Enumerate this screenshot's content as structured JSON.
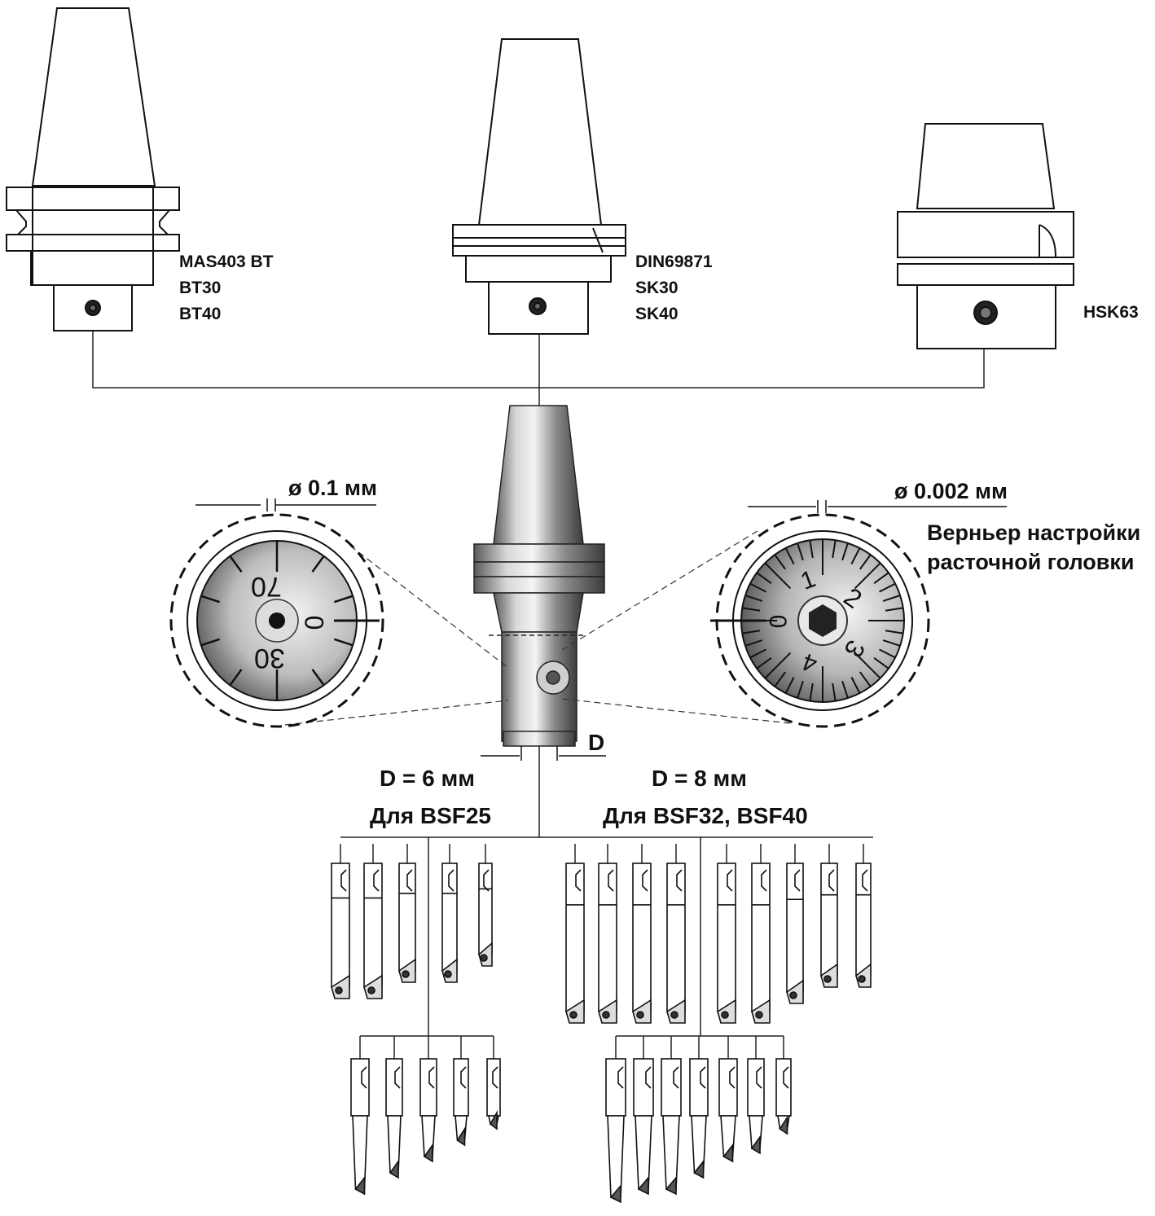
{
  "holders": [
    {
      "lines": [
        "MAS403 BT",
        "BT30",
        "BT40"
      ]
    },
    {
      "lines": [
        "DIN69871",
        "SK30",
        "SK40"
      ]
    },
    {
      "lines": [
        "HSK63"
      ]
    }
  ],
  "left_dial": {
    "dimension": "ø 0.1 мм",
    "numbers": [
      "70",
      "0",
      "30"
    ]
  },
  "right_dial": {
    "dimension": "ø 0.002 мм",
    "caption": [
      "Верньер настройки",
      "расточной головки"
    ],
    "numbers": [
      "1",
      "2",
      "0",
      "3",
      "4"
    ]
  },
  "shank_dimension": "D",
  "groups": [
    {
      "size": "D = 6 мм",
      "for": "Для BSF25"
    },
    {
      "size": "D = 8 мм",
      "for": "Для BSF32, BSF40"
    }
  ]
}
